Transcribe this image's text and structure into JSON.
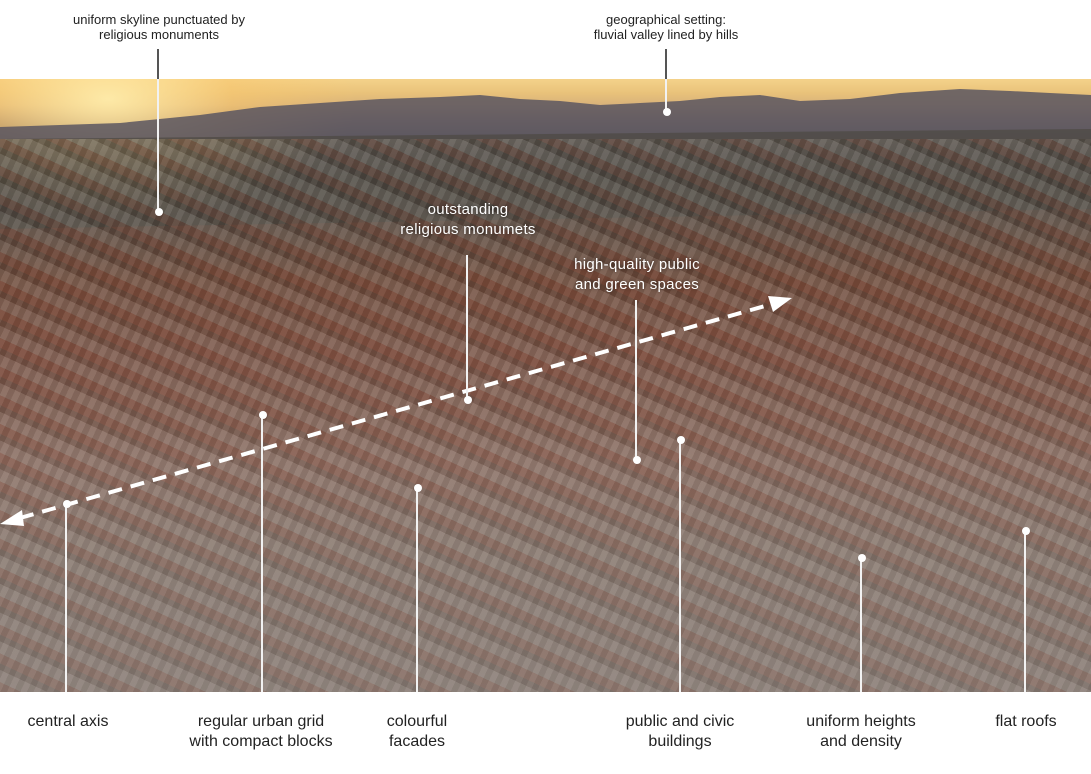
{
  "top_annotations": [
    {
      "id": "skyline",
      "line1": "uniform skyline punctuated by",
      "line2": "religious monuments"
    },
    {
      "id": "geography",
      "line1": "geographical setting:",
      "line2": "fluvial valley lined by hills"
    }
  ],
  "photo_annotations": [
    {
      "id": "monuments",
      "line1": "outstanding",
      "line2": "religious monumets"
    },
    {
      "id": "public-spaces",
      "line1": "high-quality public",
      "line2": "and green spaces"
    }
  ],
  "bottom_annotations": [
    {
      "id": "central-axis",
      "line1": "central axis",
      "line2": ""
    },
    {
      "id": "urban-grid",
      "line1": "regular urban grid",
      "line2": "with compact blocks"
    },
    {
      "id": "facades",
      "line1": "colourful",
      "line2": "facades"
    },
    {
      "id": "civic",
      "line1": "public and civic",
      "line2": "buildings"
    },
    {
      "id": "heights",
      "line1": "uniform heights",
      "line2": "and density"
    },
    {
      "id": "roofs",
      "line1": "flat roofs",
      "line2": ""
    }
  ],
  "colors": {
    "leader_dark": "#555555",
    "leader_light": "#f2f2f2",
    "dot": "#ffffff",
    "axis_dash": "#ffffff"
  }
}
